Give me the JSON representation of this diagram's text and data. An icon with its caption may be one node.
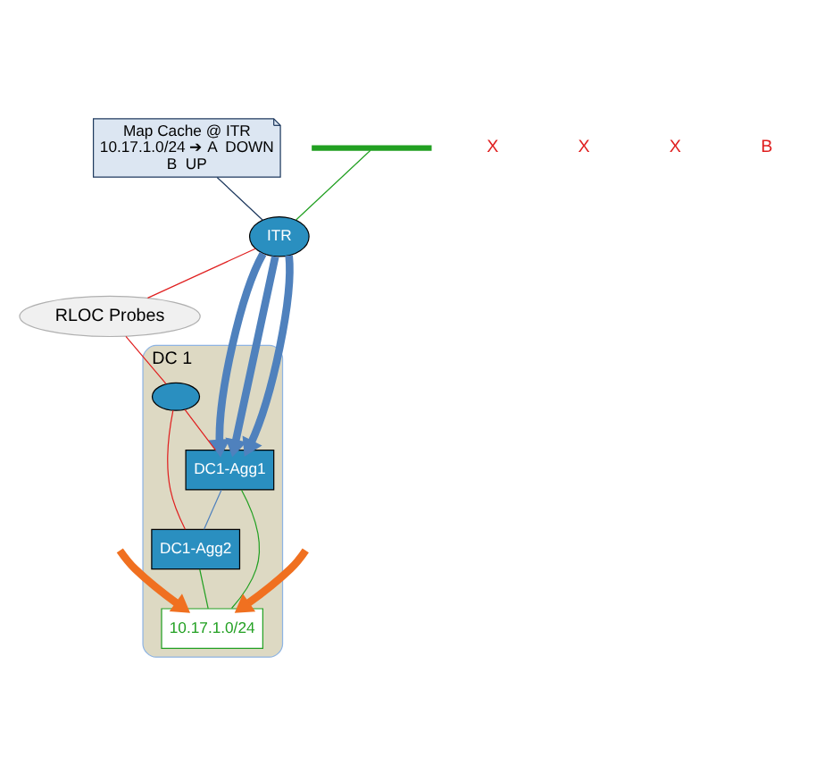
{
  "diagram": {
    "nodes": [
      {
        "text": [
          "ITR"
        ]
      },
      {
        "text": [
          "Map Cache @ ITR",
          "10.17.1.0/24 ➔ A  DOWN",
          "B  UP"
        ]
      },
      {
        "text": [
          "RLOC Probes"
        ]
      },
      {
        "text": [
          "DC 1"
        ]
      },
      {
        "text": [],
        "shape": "circle",
        "in": 3
      },
      {
        "text": [
          "DC1-Agg1"
        ],
        "in": 3
      },
      {
        "text": [
          "DC1-Agg2"
        ],
        "in": 3
      },
      {
        "text": [
          "10.17.1.0/24"
        ],
        "in": 3
      },
      {
        "text": [],
        "shape": "bar"
      }
    ],
    "edges": [
      {
        "from": 8,
        "to": 0,
        "arrow": "none",
        "color": "#22a022"
      },
      {
        "from": 1,
        "to": 0,
        "arrow": "none",
        "color": "#1f3a5f"
      },
      {
        "from": 0,
        "to": 2,
        "arrow": "none",
        "color": "#e02020"
      },
      {
        "from": 2,
        "to": 4,
        "arrow": "none",
        "color": "#e02020"
      },
      {
        "from": 0,
        "to": 5,
        "arrow": "to",
        "color": "#4f81bd",
        "style": "thick"
      },
      {
        "from": 0,
        "to": 5,
        "arrow": "to",
        "color": "#4f81bd",
        "style": "thick"
      },
      {
        "from": 0,
        "to": 5,
        "arrow": "to",
        "color": "#4f81bd",
        "style": "thick"
      },
      {
        "from": null,
        "to": 7,
        "arrow": "to",
        "color": "#f07020",
        "style": "thick"
      },
      {
        "from": null,
        "to": 7,
        "arrow": "to",
        "color": "#f07020",
        "style": "thick"
      },
      {
        "from": 4,
        "to": 5,
        "arrow": "none",
        "color": "#e02020"
      },
      {
        "from": 4,
        "to": 6,
        "arrow": "none",
        "color": "#e02020"
      },
      {
        "from": 5,
        "to": 6,
        "arrow": "none",
        "color": "#4f81bd"
      },
      {
        "from": 5,
        "to": 7,
        "arrow": "none",
        "color": "#22a022"
      },
      {
        "from": 6,
        "to": 7,
        "arrow": "none",
        "color": "#22a022"
      }
    ],
    "labels": [
      "X",
      "X",
      "X",
      "B"
    ]
  }
}
